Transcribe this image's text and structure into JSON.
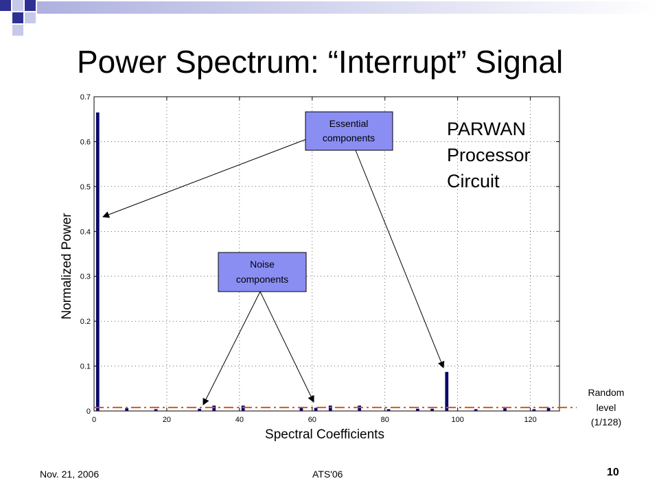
{
  "slide": {
    "title": "Power Spectrum: “Interrupt” Signal",
    "footer_date": "Nov. 21, 2006",
    "footer_center": "ATS'06",
    "page_number": "10"
  },
  "colors": {
    "bar": "#0a0a6b",
    "callout_fill": "#8a8ef3",
    "random_line": "#d9541a",
    "deco_dark": "#2e3192",
    "deco_light": "#c7c9ea"
  },
  "annotations": {
    "essential_line1": "Essential",
    "essential_line2": "components",
    "noise_line1": "Noise",
    "noise_line2": "components",
    "parwan_line1": "PARWAN",
    "parwan_line2": "Processor",
    "parwan_line3": "Circuit",
    "random_line1": "Random",
    "random_line2": "level",
    "random_line3": "(1/128)"
  },
  "chart_data": {
    "type": "bar",
    "xlabel": "Spectral Coefficients",
    "ylabel": "Normalized Power",
    "xlim": [
      0,
      128
    ],
    "ylim": [
      0,
      0.7
    ],
    "xticks": [
      0,
      20,
      40,
      60,
      80,
      100,
      120
    ],
    "yticks": [
      0,
      0.1,
      0.2,
      0.3,
      0.4,
      0.5,
      0.6,
      0.7
    ],
    "grid": true,
    "random_level": 0.0078125,
    "x": [
      1,
      9,
      17,
      29,
      33,
      41,
      57,
      61,
      65,
      73,
      81,
      89,
      93,
      97,
      105,
      113,
      121,
      125
    ],
    "values": [
      0.665,
      0.006,
      0.004,
      0.005,
      0.012,
      0.012,
      0.007,
      0.007,
      0.012,
      0.012,
      0.004,
      0.005,
      0.005,
      0.087,
      0.004,
      0.006,
      0.004,
      0.007
    ]
  }
}
